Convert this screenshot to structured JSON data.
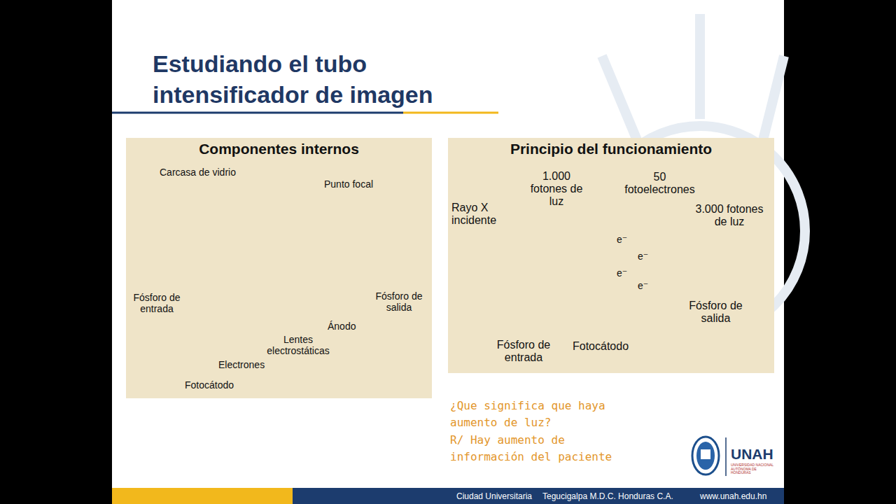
{
  "diagram": {
    "title": "Estudiando el tubo intensificador de imagen",
    "nodes": [
      {
        "text": [
          "Componentes internos"
        ]
      },
      {
        "text": [
          "Principio del funcionamiento"
        ]
      },
      {
        "text": [
          "Ciudad Universitaria",
          "Tegucigalpa M.D.C. Honduras C.A.",
          "www.unah.edu.hn"
        ]
      }
    ],
    "labels": [
      "Carcasa de vidrio",
      "Punto focal",
      "Fósforo de entrada",
      "Fósforo de salida",
      "Ánodo",
      "Lentes electrostáticas",
      "Electrones",
      "Fotocátodo",
      "1.000 fotones de luz",
      "50 fotoelectrones",
      "Rayo X incidente",
      "3.000 fotones de luz",
      "e⁻",
      "e⁻",
      "e⁻",
      "e⁻",
      "Fósforo de salida",
      "Fósforo de entrada",
      "Fotocátodo",
      "¿Que significa que haya aumento de luz?",
      "R/ Hay aumento de información del paciente",
      "UNAH",
      "UNIVERSIDAD NACIONAL AUTÓNOMA DE HONDURAS"
    ]
  }
}
